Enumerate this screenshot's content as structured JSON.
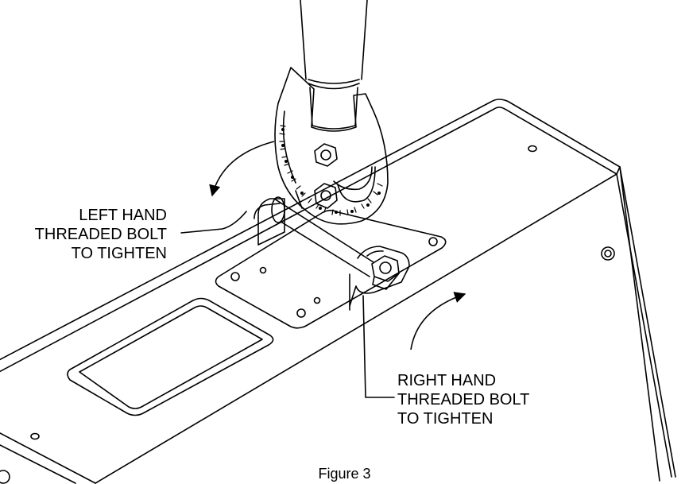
{
  "left_label": {
    "lines": [
      "LEFT HAND",
      "THREADED BOLT",
      "TO TIGHTEN"
    ]
  },
  "right_label": {
    "lines": [
      "RIGHT HAND",
      "THREADED BOLT",
      "TO TIGHTEN"
    ]
  },
  "caption": "Figure 3",
  "colors": {
    "stroke": "#000000",
    "background": "#ffffff"
  }
}
